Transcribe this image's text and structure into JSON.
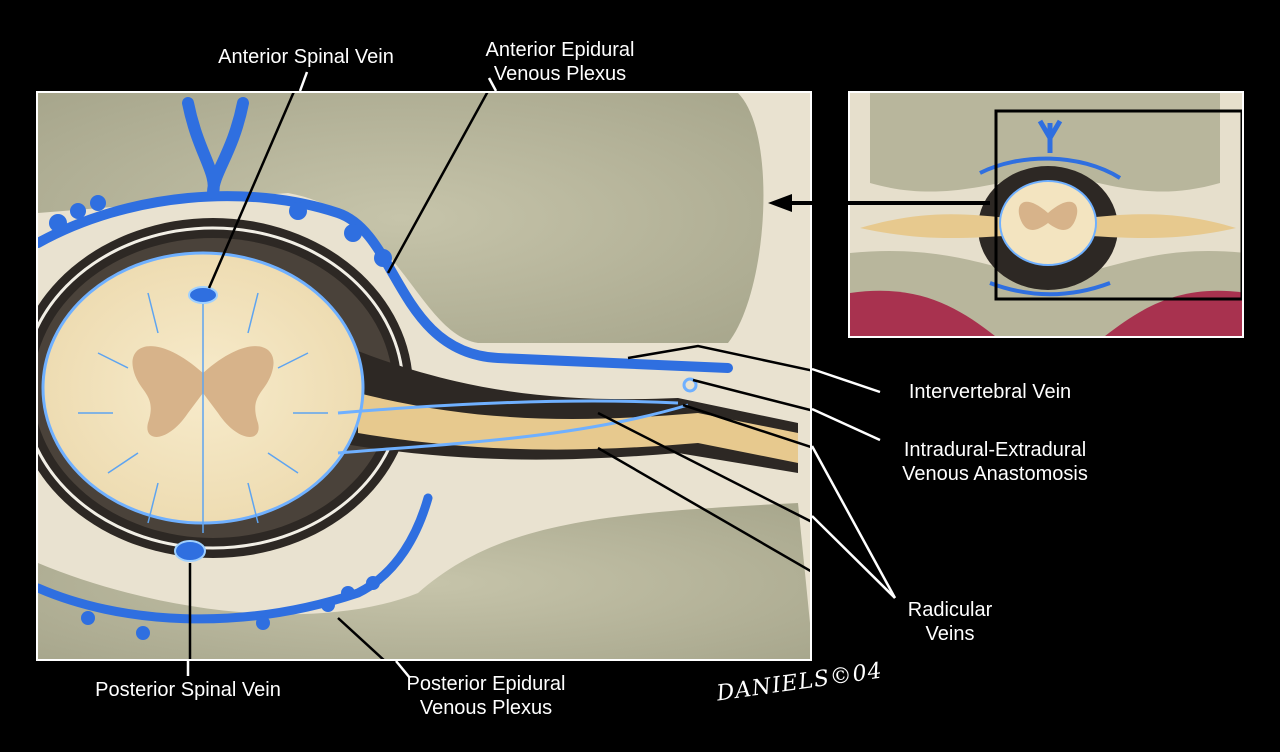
{
  "labels": {
    "anterior_spinal_vein": "Anterior Spinal Vein",
    "anterior_epidural_line1": "Anterior Epidural",
    "anterior_epidural_line2": "Venous Plexus",
    "intervertebral_vein": "Intervertebral Vein",
    "intradural_line1": "Intradural-Extradural",
    "intradural_line2": "Venous Anastomosis",
    "radicular_line1": "Radicular",
    "radicular_line2": "Veins",
    "posterior_spinal_vein": "Posterior Spinal Vein",
    "posterior_epidural_line1": "Posterior Epidural",
    "posterior_epidural_line2": "Venous Plexus"
  },
  "signature": "DANIELS©04",
  "colors": {
    "background": "#000000",
    "vein_blue": "#2f6fe0",
    "vein_highlight": "#6fb0ff",
    "bone": "#b9b9a0",
    "cord": "#f3e4c0",
    "grey_matter": "#d7b38a",
    "dura_dark": "#2a2420",
    "marrow_red": "#a8324f"
  }
}
